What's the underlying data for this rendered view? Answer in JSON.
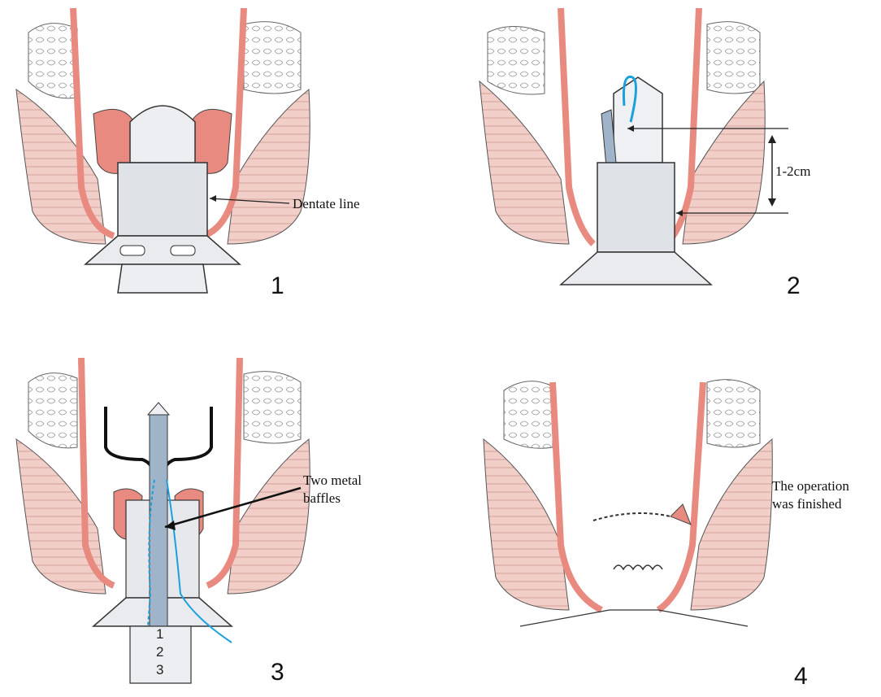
{
  "panels": [
    {
      "number": "1",
      "label": "Dentate line"
    },
    {
      "number": "2",
      "label": "1-2cm"
    },
    {
      "number": "3",
      "label": "Two metal\nbaffles",
      "scale_marks": [
        "1",
        "2",
        "3"
      ]
    },
    {
      "number": "4",
      "label": "The operation\nwas finished"
    }
  ],
  "colors": {
    "mucosa": "#e88a7f",
    "muscle": "#f1cfc8",
    "stroke": "#333333",
    "device": "#e4e6ea",
    "thread": "#1aa0dc",
    "shaft": "#9fb4c8"
  }
}
